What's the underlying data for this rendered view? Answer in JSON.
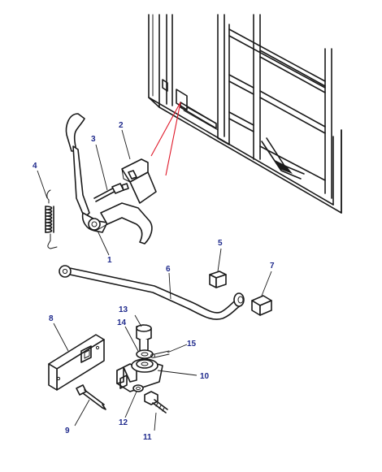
{
  "diagram": {
    "callout_color": "#1f2a8c",
    "pointer_color": "#e0192a",
    "labels": {
      "l1": "1",
      "l2": "2",
      "l3": "3",
      "l4": "4",
      "l5": "5",
      "l6": "6",
      "l7": "7",
      "l8": "8",
      "l9": "9",
      "l10": "10",
      "l11": "11",
      "l12": "12",
      "l13": "13",
      "l14": "14",
      "l15": "15"
    }
  }
}
